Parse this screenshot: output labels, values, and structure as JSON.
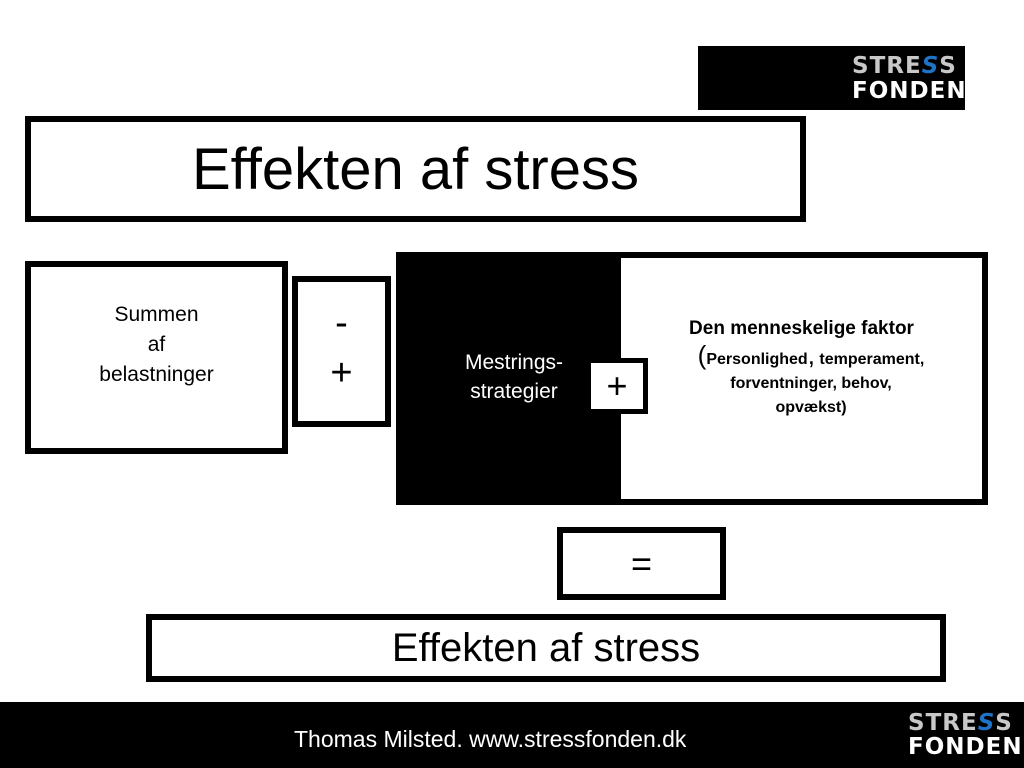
{
  "logo": {
    "line1_a": "STRE",
    "line1_s": "S",
    "line1_b": "S",
    "line2": "FONDEN",
    "accent_color": "#1e73c8"
  },
  "title": "Effekten af stress",
  "belastninger": {
    "line1": "Summen",
    "line2": "af",
    "line3": "belastninger"
  },
  "operator_minus": "-",
  "operator_plus": "+",
  "mestring": {
    "line1": "Mestrings-",
    "line2": "strategier"
  },
  "plus_between": "+",
  "factor": {
    "title": "Den menneskelige faktor",
    "open_paren": "(",
    "item1": "Personlighed",
    "comma": ",",
    "line1_rest": " temperament,",
    "line2": "forventninger, behov,",
    "line3": "opvækst)"
  },
  "equals": "=",
  "result": "Effekten af stress",
  "footer": {
    "text": "Thomas Milsted. www.stressfonden.dk"
  }
}
